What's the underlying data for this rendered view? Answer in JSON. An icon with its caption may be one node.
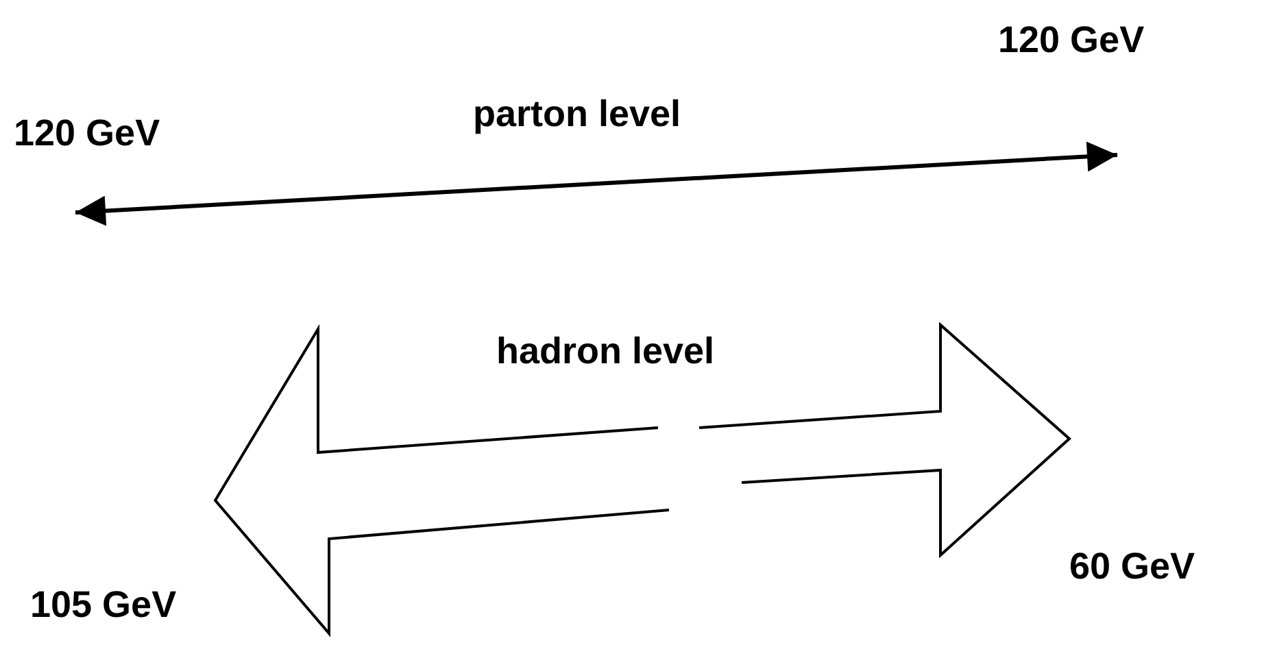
{
  "diagram": {
    "labels": [
      "120 GeV",
      "120 GeV",
      "parton level",
      "hadron level",
      "60 GeV",
      "105 GeV"
    ]
  }
}
